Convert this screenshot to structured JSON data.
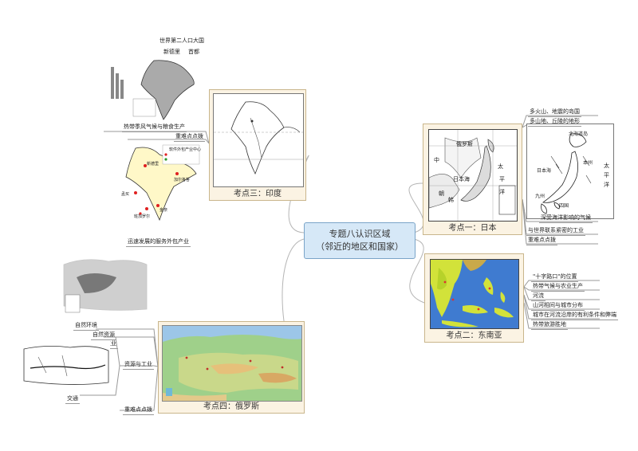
{
  "center": {
    "line1": "专题八认识区域",
    "line2": "（邻近的地区和国家）"
  },
  "topics": {
    "japan": {
      "title": "考点一：日本"
    },
    "sea": {
      "title": "考点二：东南亚"
    },
    "india": {
      "title": "考点三：印度"
    },
    "russia": {
      "title": "考点四：俄罗斯"
    }
  },
  "japan_items": [
    "多火山、地震的岛国",
    "多山地、丘陵的地形",
    "深受海洋影响的气候",
    "与世界联系紧密的工业",
    "重难点点拨"
  ],
  "sea_items": [
    "\"十字路口\"的位置",
    "热带气候与农业生产",
    "河流",
    "山河相间与城市分布",
    "城市在河流沿岸的有利条件和弊端",
    "热带旅游胜地"
  ],
  "india_items": {
    "population": "世界第二人口大国",
    "capital_label": "新德里",
    "capital_tag": "首都",
    "monsoon": "热带季风气候与粮食生产",
    "key_points": "重难点点拨",
    "service": "迅速发展的服务外包产业"
  },
  "russia_items": {
    "natural_env": "自然环境",
    "natural_res": "自然资源",
    "industry": "工业",
    "res_industry": "资源与工业",
    "transport": "交通",
    "key_points": "重难点点拨"
  },
  "map_labels": {
    "japan_small": [
      "中",
      "日本海",
      "太",
      "平",
      "洋",
      "俄罗斯",
      "朝",
      "韩"
    ],
    "japan_big": [
      "北海道岛",
      "日本海",
      "太",
      "平",
      "洋",
      "本州",
      "四国",
      "九州"
    ],
    "india_service": [
      "新德里",
      "加尔各答",
      "孟买",
      "班加罗尔",
      "金奈"
    ],
    "india_service_legend": "软件外包产业中心"
  },
  "colors": {
    "center_bg": "#d6e8f7",
    "card_bg": "#fbf3e3",
    "card_border": "#c9b68c",
    "line": "#b5b5b5"
  }
}
